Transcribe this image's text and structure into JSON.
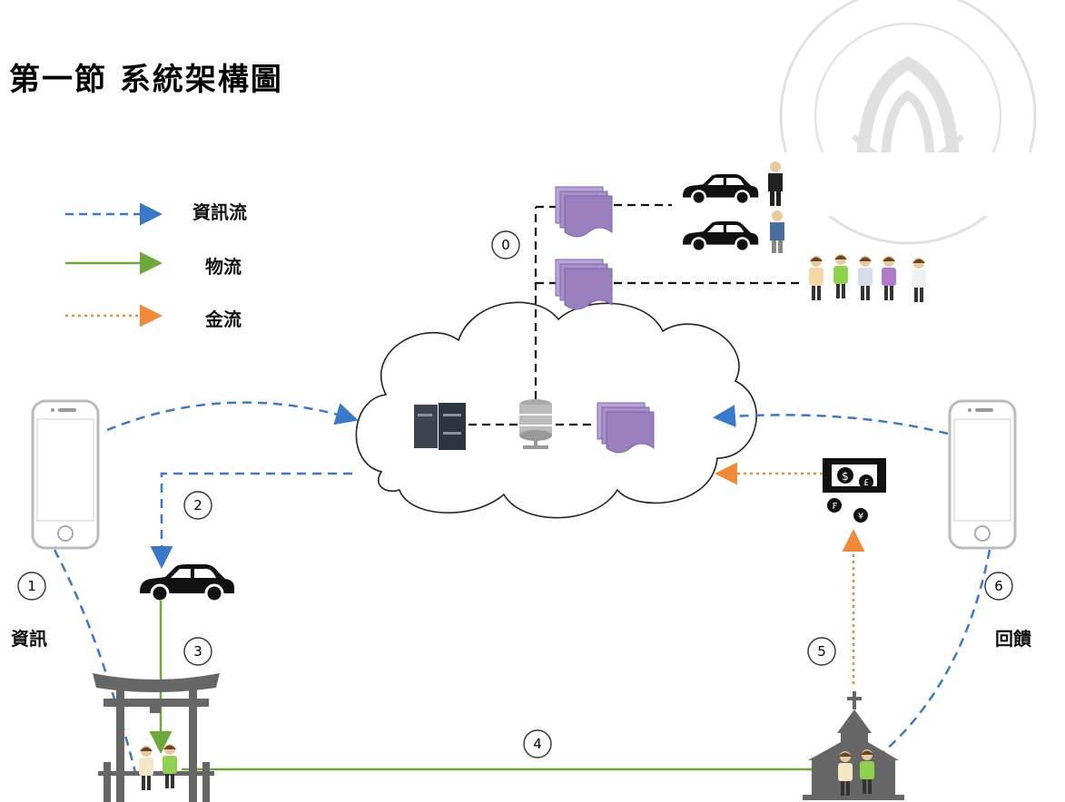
{
  "title": "第一節 系統架構圖",
  "legend": {
    "info_flow": "資訊流",
    "logistics_flow": "物流",
    "cash_flow": "金流"
  },
  "side_labels": {
    "left": "資訊",
    "right": "回饋"
  },
  "steps": [
    "0",
    "1",
    "2",
    "3",
    "4",
    "5",
    "6"
  ],
  "colors": {
    "info": "#3a78c9",
    "logistics": "#6ea83a",
    "cash": "#f08a3a",
    "doc": "#9a7fbf",
    "dark": "#222222"
  },
  "icons": [
    "smartphone-icon",
    "cloud-icon",
    "server-icon",
    "database-icon",
    "document-stack-icon",
    "car-icon",
    "person-icon",
    "group-icon",
    "money-icon",
    "torii-gate-icon",
    "church-icon",
    "seal-watermark"
  ]
}
